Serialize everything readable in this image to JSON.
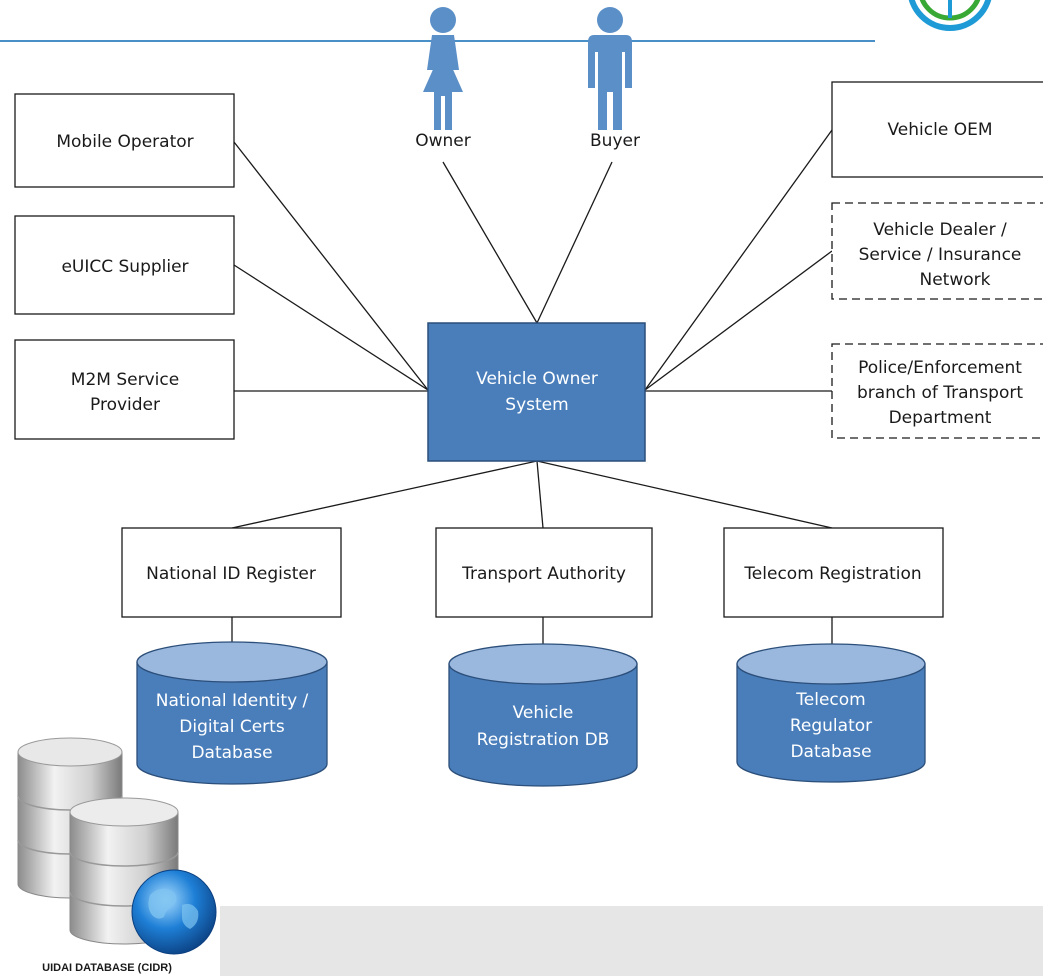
{
  "people": [
    {
      "id": "owner",
      "label": "Owner"
    },
    {
      "id": "buyer",
      "label": "Buyer"
    }
  ],
  "center": {
    "line1": "Vehicle Owner",
    "line2": "System"
  },
  "left_boxes": [
    {
      "lines": [
        "Mobile Operator"
      ]
    },
    {
      "lines": [
        "eUICC Supplier"
      ]
    },
    {
      "lines": [
        "M2M Service",
        "Provider"
      ]
    }
  ],
  "right_boxes": [
    {
      "lines": [
        "Vehicle OEM"
      ],
      "dashed": false
    },
    {
      "lines": [
        "Vehicle Dealer /",
        "Service / Insurance",
        "Network"
      ],
      "dashed": true
    },
    {
      "lines": [
        "Police/Enforcement",
        "branch of Transport",
        "Department"
      ],
      "dashed": true
    }
  ],
  "bottom_boxes": [
    {
      "label": "National ID Register",
      "db_lines": [
        "National Identity /",
        "Digital Certs",
        "Database"
      ]
    },
    {
      "label": "Transport Authority",
      "db_lines": [
        "Vehicle",
        "Registration DB"
      ]
    },
    {
      "label": "Telecom Registration",
      "db_lines": [
        "Telecom",
        "Regulator",
        "Database"
      ]
    }
  ],
  "uidai_caption": "UIDAI DATABASE (CIDR)",
  "colors": {
    "accent_line": "#4a90c8",
    "person": "#5b8fc7",
    "center_fill": "#4a7ebb",
    "cylinder": "#4a7ebb",
    "cylinder_top": "#9ab7de",
    "caption_panel": "#e6e6e6"
  }
}
